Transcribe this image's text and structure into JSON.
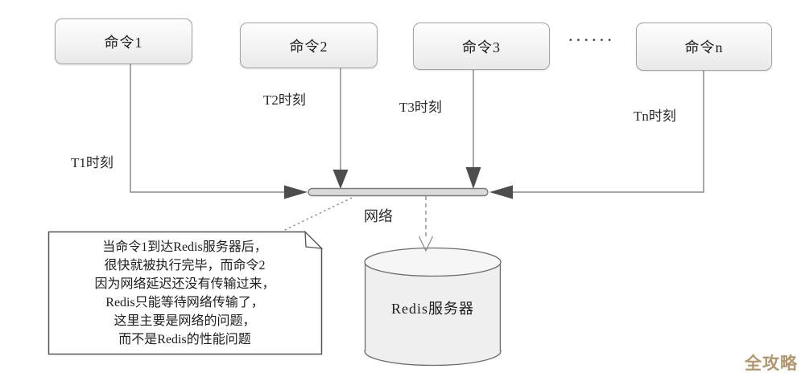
{
  "diagram": {
    "commands": [
      {
        "label": "命令1"
      },
      {
        "label": "命令2"
      },
      {
        "label": "命令3"
      },
      {
        "label": "命令n"
      }
    ],
    "ellipsis": "······",
    "time_labels": [
      {
        "label": "T1时刻"
      },
      {
        "label": "T2时刻"
      },
      {
        "label": "T3时刻"
      },
      {
        "label": "Tn时刻"
      }
    ],
    "network_label": "网络",
    "server_label": "Redis服务器",
    "note": {
      "lines": [
        "当命令1到达Redis服务器后，",
        "很快就被执行完毕，而命令2",
        "因为网络延迟还没有传输过来，",
        "Redis只能等待网络传输了，",
        "这里主要是网络的问题，",
        "而不是Redis的性能问题"
      ]
    },
    "watermark": "全攻略",
    "colors": {
      "line": "#8c8c8c",
      "arrowhead": "#4d4d4d",
      "box_border": "#a3a3a3",
      "network_bar_fill": "#d9d9d9",
      "watermark_gold": "#b2976d"
    }
  }
}
